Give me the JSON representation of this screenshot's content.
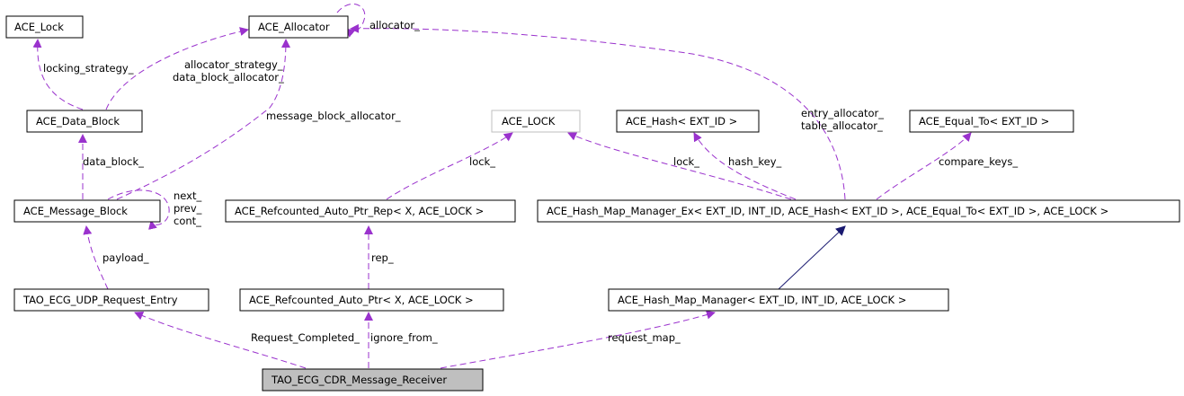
{
  "diagram": {
    "colors": {
      "usage_edge": "#9a32cd",
      "inherit_edge": "#191970",
      "focus_fill": "#bfbfbf",
      "light_border": "#bfbfbf"
    },
    "nodes": [
      {
        "id": "ace_lock_class",
        "label": "ACE_Lock"
      },
      {
        "id": "ace_allocator",
        "label": "ACE_Allocator"
      },
      {
        "id": "ace_data_block",
        "label": "ACE_Data_Block"
      },
      {
        "id": "ace_message_block",
        "label": "ACE_Message_Block"
      },
      {
        "id": "ace_lock_tpl",
        "label": "ACE_LOCK"
      },
      {
        "id": "ace_hash",
        "label": "ACE_Hash< EXT_ID >"
      },
      {
        "id": "ace_equal_to",
        "label": "ACE_Equal_To< EXT_ID >"
      },
      {
        "id": "refcounted_rep",
        "label": "ACE_Refcounted_Auto_Ptr_Rep< X, ACE_LOCK >"
      },
      {
        "id": "hash_map_ex",
        "label": "ACE_Hash_Map_Manager_Ex< EXT_ID, INT_ID, ACE_Hash< EXT_ID >, ACE_Equal_To< EXT_ID >, ACE_LOCK >"
      },
      {
        "id": "udp_request_entry",
        "label": "TAO_ECG_UDP_Request_Entry"
      },
      {
        "id": "refcounted_ptr",
        "label": "ACE_Refcounted_Auto_Ptr< X, ACE_LOCK >"
      },
      {
        "id": "hash_map_manager",
        "label": "ACE_Hash_Map_Manager< EXT_ID, INT_ID, ACE_LOCK >"
      },
      {
        "id": "cdr_receiver",
        "label": "TAO_ECG_CDR_Message_Receiver"
      }
    ],
    "edge_labels": {
      "allocator_self": "allocator_",
      "locking_strategy": "locking_strategy_",
      "allocator_strategy": "allocator_strategy_",
      "data_block_allocator": "data_block_allocator_",
      "message_block_allocator": "message_block_allocator_",
      "entry_allocator": "entry_allocator_",
      "table_allocator": "table_allocator_",
      "data_block": "data_block_",
      "next": "next_",
      "prev": "prev_",
      "cont": "cont_",
      "lock_rep": "lock_",
      "lock_hash": "lock_",
      "hash_key": "hash_key_",
      "compare_keys": "compare_keys_",
      "payload": "payload_",
      "rep": "rep_",
      "request_completed": "Request_Completed_",
      "ignore_from": "ignore_from_",
      "request_map": "request_map_"
    }
  }
}
